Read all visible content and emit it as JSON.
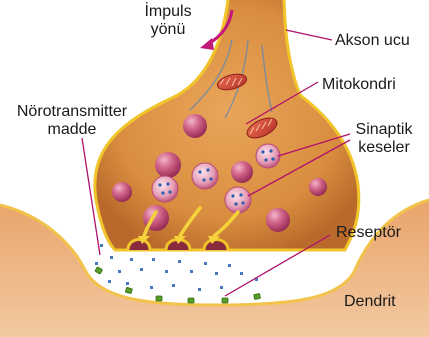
{
  "labels": {
    "impulse_direction": [
      "İmpuls",
      "yönü"
    ],
    "axon_terminal": "Akson ucu",
    "mitochondria": "Mitokondri",
    "synaptic_vesicles": [
      "Sinaptik",
      "keseler"
    ],
    "neurotransmitter": [
      "Nörotransmitter",
      "madde"
    ],
    "receptor": "Reseptör",
    "dendrite": "Dendrit"
  },
  "colors": {
    "terminal_fill": "#d98e3f",
    "membrane": "#f1c42a",
    "dendrite_fill": "#e79a5e",
    "vesicle": "#c24a74",
    "axon_fibers": "#8fa5b8",
    "arrow": "#c0197a",
    "leader_line": "#b0106b",
    "receptor": "#5a9c2e"
  },
  "icons": {
    "direction_arrow": "curved-arrow-icon",
    "release_arrow": "release-arrow-icon"
  }
}
